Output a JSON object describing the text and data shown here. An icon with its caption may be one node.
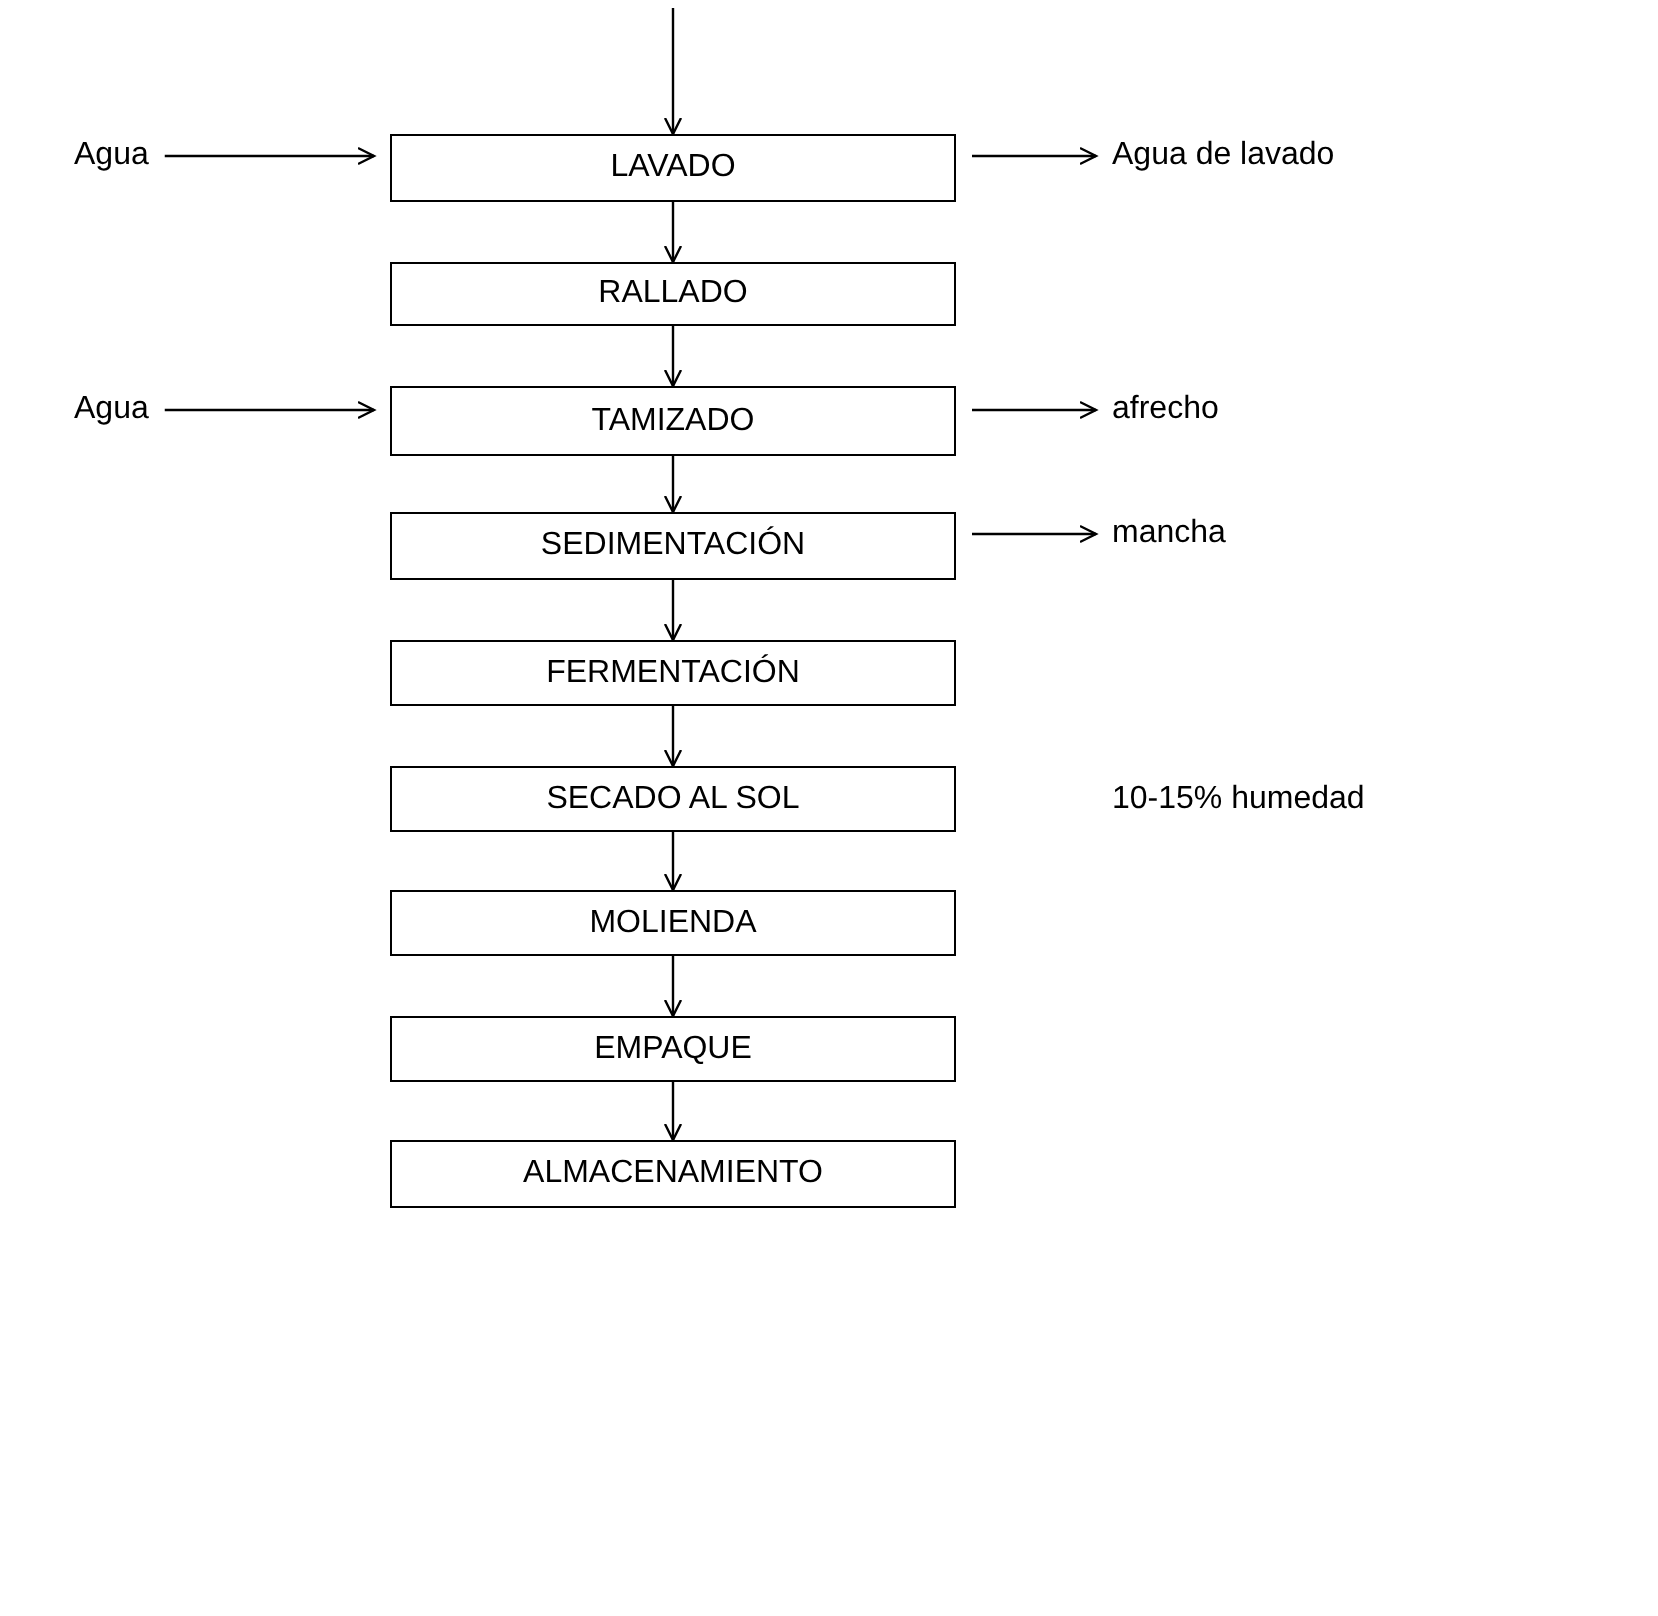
{
  "diagram": {
    "nodes": [
      {
        "text": [
          "Agua"
        ]
      },
      {
        "text": [
          "LAVADO"
        ]
      },
      {
        "text": [
          "Agua de lavado"
        ]
      },
      {
        "text": [
          "RALLADO"
        ]
      },
      {
        "text": [
          "Agua"
        ]
      },
      {
        "text": [
          "TAMIZADO"
        ]
      },
      {
        "text": [
          "afrecho"
        ]
      },
      {
        "text": [
          "SEDIMENTACIÓN"
        ]
      },
      {
        "text": [
          "mancha"
        ]
      },
      {
        "text": [
          "FERMENTACIÓN"
        ]
      },
      {
        "text": [
          "SECADO AL SOL"
        ]
      },
      {
        "text": [
          "MOLIENDA"
        ]
      },
      {
        "text": [
          "EMPAQUE"
        ]
      },
      {
        "text": [
          "ALMACENAMIENTO"
        ]
      }
    ],
    "edges": [
      {
        "from": null,
        "to": 1,
        "arrow": "to"
      },
      {
        "from": 0,
        "to": 1,
        "arrow": "to"
      },
      {
        "from": 1,
        "to": 2,
        "arrow": "to"
      },
      {
        "from": 1,
        "to": 3,
        "arrow": "to"
      },
      {
        "from": 4,
        "to": 5,
        "arrow": "to"
      },
      {
        "from": 3,
        "to": 5,
        "arrow": "to"
      },
      {
        "from": 5,
        "to": 6,
        "arrow": "to"
      },
      {
        "from": 5,
        "to": 7,
        "arrow": "to"
      },
      {
        "from": 7,
        "to": 8,
        "arrow": "to"
      },
      {
        "from": 7,
        "to": 9,
        "arrow": "to"
      },
      {
        "from": 9,
        "to": 10,
        "arrow": "to"
      },
      {
        "from": 10,
        "to": 11,
        "arrow": "to"
      },
      {
        "from": 11,
        "to": 12,
        "arrow": "to"
      },
      {
        "from": 12,
        "to": 13,
        "arrow": "to"
      }
    ],
    "labels": [
      "10-15% humedad"
    ]
  }
}
